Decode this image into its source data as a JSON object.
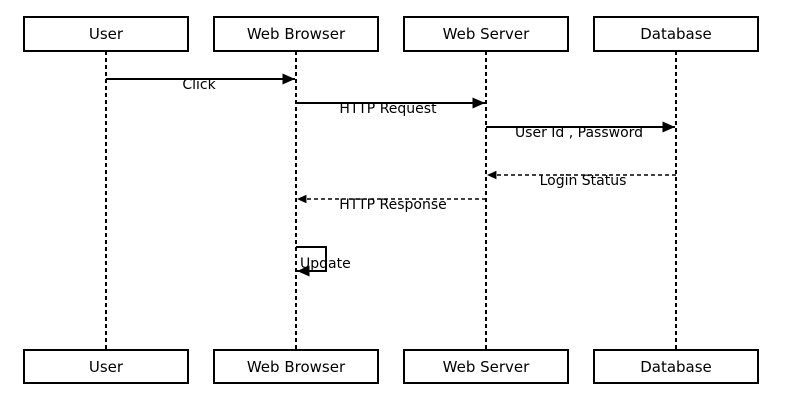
{
  "actors": {
    "user": "User",
    "browser": "Web Browser",
    "server": "Web Server",
    "database": "Database"
  },
  "messages": {
    "click": "Click",
    "http_request": "HTTP Request",
    "credentials": "User Id , Password",
    "login_status": "Login Status",
    "http_response": "HTTP Response",
    "update": "Update"
  }
}
